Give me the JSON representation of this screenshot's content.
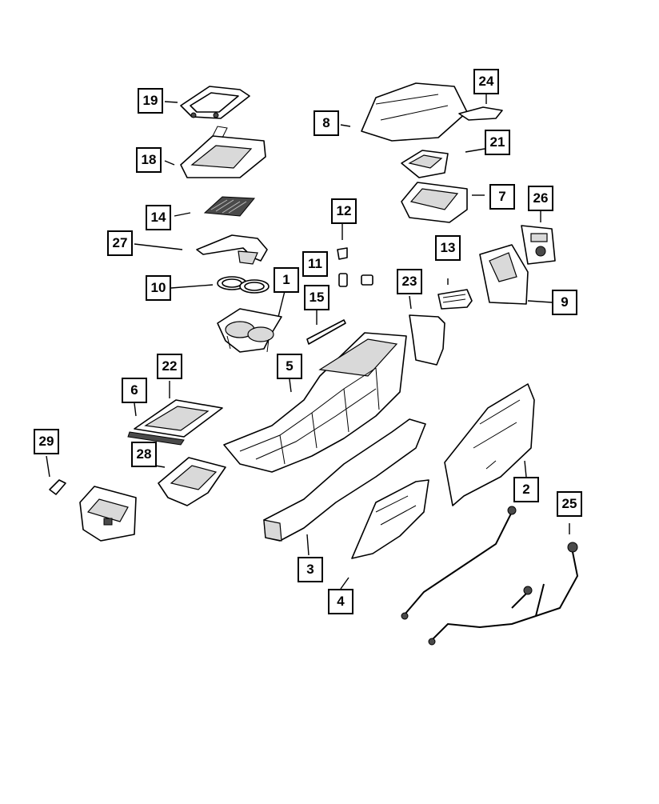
{
  "callouts": {
    "c1": "1",
    "c2": "2",
    "c3": "3",
    "c4": "4",
    "c5": "5",
    "c6": "6",
    "c7": "7",
    "c8": "8",
    "c9": "9",
    "c10": "10",
    "c11": "11",
    "c12": "12",
    "c13": "13",
    "c14": "14",
    "c15": "15",
    "c18": "18",
    "c19": "19",
    "c21": "21",
    "c22": "22",
    "c23": "23",
    "c24": "24",
    "c25": "25",
    "c26": "26",
    "c27": "27",
    "c28": "28",
    "c29": "29"
  }
}
